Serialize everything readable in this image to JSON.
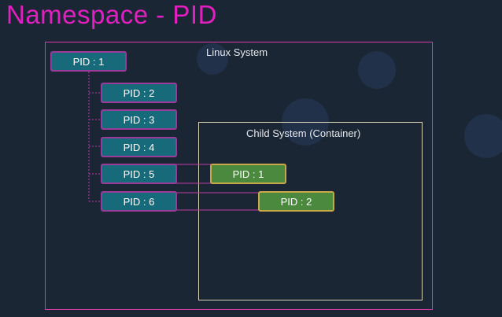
{
  "slide": {
    "title": "Namespace - PID"
  },
  "linux_system": {
    "label": "Linux System",
    "processes": [
      "PID : 1",
      "PID : 2",
      "PID : 3",
      "PID : 4",
      "PID : 5",
      "PID : 6"
    ]
  },
  "child_system": {
    "label": "Child System (Container)",
    "processes": [
      "PID : 1",
      "PID : 2"
    ]
  },
  "colors": {
    "title": "#e31fc1",
    "host_box_fill": "#176a7a",
    "host_box_border": "#9c3a9a",
    "container_box_fill": "#4b8a3e",
    "container_box_border": "#c9a84a",
    "linux_border": "#d63aa8",
    "child_border": "#d8d2b9",
    "background": "#1b2635"
  }
}
